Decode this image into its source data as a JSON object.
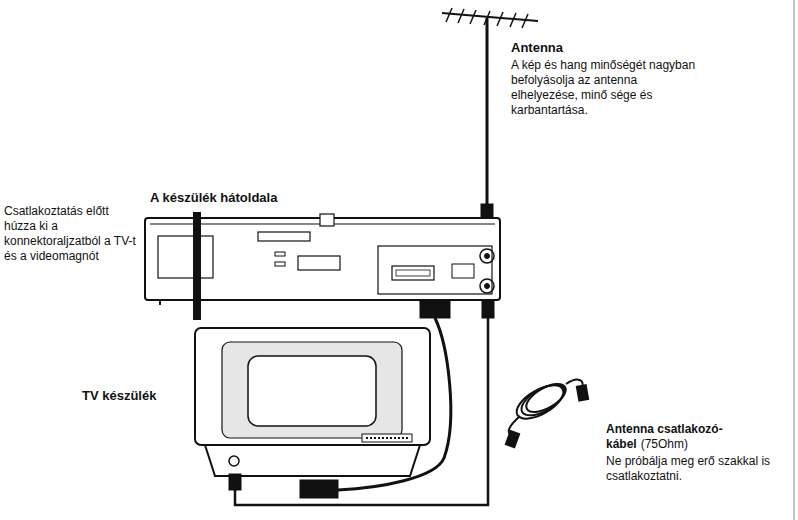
{
  "diagram": {
    "labels": [
      "Antenna",
      "A kép és hang minőségét nagyban befolyásolja az antenna elhelyezése, minő sége és karbantartása.",
      "A készülék hátoldala",
      "Csatlakoztatás előtt húzza ki a konnektoraljzatból a TV-t és a videomagnót",
      "TV készülék",
      "Antenna csatlakozó- kábel",
      "(75Ohm)",
      "Ne próbálja meg erő szakkal is csatlakoztatni."
    ]
  }
}
